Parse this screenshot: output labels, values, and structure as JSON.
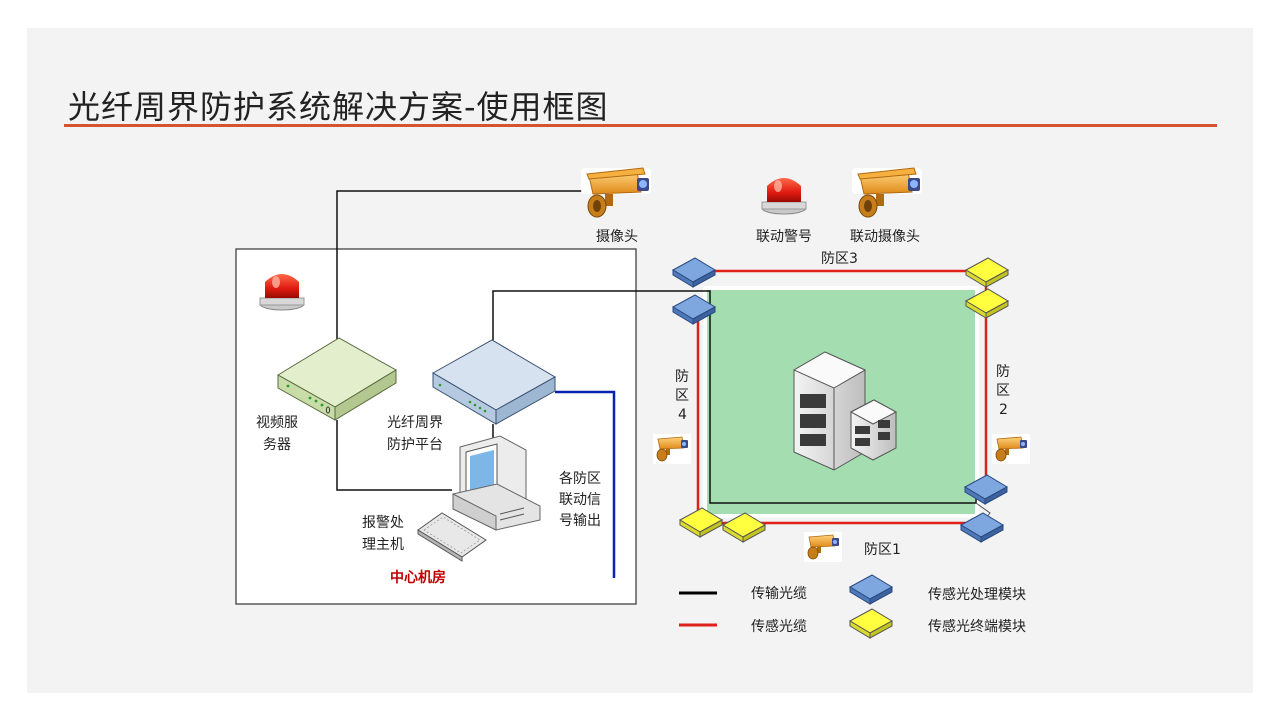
{
  "slide": {
    "title": "光纤周界防护系统解决方案-使用框图",
    "accent_color": "#d5532f"
  },
  "diagram": {
    "camera_label": "摄像头",
    "linked_alarm_label": "联动警号",
    "linked_camera_label": "联动摄像头",
    "video_server_label": [
      "视频服",
      "务器"
    ],
    "platform_label": [
      "光纤周界",
      "防护平台"
    ],
    "alarm_host_label": [
      "报警处",
      "理主机"
    ],
    "zone_output_label": [
      "各防区",
      "联动信",
      "号输出"
    ],
    "control_room_label": "中心机房",
    "zone1_label": "防区1",
    "zone2_label": [
      "防",
      "区",
      "2"
    ],
    "zone3_label": "防区3",
    "zone4_label": [
      "防",
      "区",
      "4"
    ],
    "icons": [
      "alarm-siren-icon",
      "camera-icon",
      "server-icon",
      "computer-icon",
      "keyboard-icon",
      "building-icon"
    ],
    "colors": {
      "transmission_cable": "#000000",
      "sensing_cable": "#e0201b",
      "output_line": "#0a22b0",
      "protected_area": "#a3ddb0",
      "processing_module": "#6f9bd6",
      "terminal_module": "#ffff33"
    }
  },
  "legend": {
    "transmission_cable_label": "传输光缆",
    "sensing_cable_label": "传感光缆",
    "processing_module_label": "传感光处理模块",
    "terminal_module_label": "传感光终端模块"
  }
}
